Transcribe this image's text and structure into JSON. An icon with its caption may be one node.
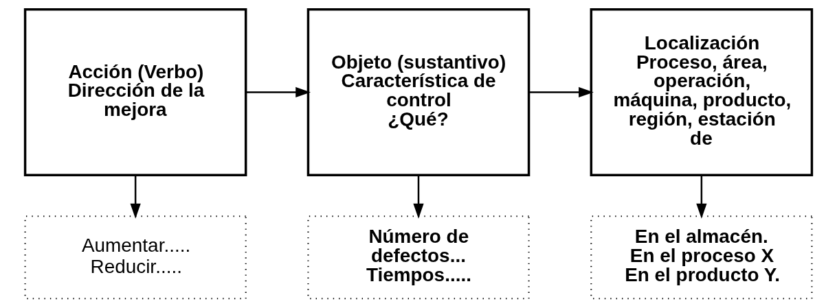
{
  "diagram": {
    "nodes": [
      {
        "text": [
          "Acción (Verbo)",
          "Dirección de la mejora"
        ]
      },
      {
        "text": [
          "Objeto (sustantivo)",
          "Característica de control",
          "¿Qué?"
        ]
      },
      {
        "text": [
          "Localización",
          "Proceso, área, operación, máquina, producto, región, estación de"
        ]
      },
      {
        "text": [
          "Aumentar.....",
          "Reducir....."
        ]
      },
      {
        "text": [
          "Número de defectos...",
          "Tiempos....."
        ]
      },
      {
        "text": [
          "En el almacén.",
          "En el proceso X",
          "En el producto Y."
        ]
      }
    ],
    "edges": [
      {
        "from": 0,
        "to": 1,
        "arrow": "to"
      },
      {
        "from": 1,
        "to": 2,
        "arrow": "to"
      },
      {
        "from": 0,
        "to": 3,
        "arrow": "to"
      },
      {
        "from": 1,
        "to": 4,
        "arrow": "to"
      },
      {
        "from": 2,
        "to": 5,
        "arrow": "to"
      }
    ]
  }
}
